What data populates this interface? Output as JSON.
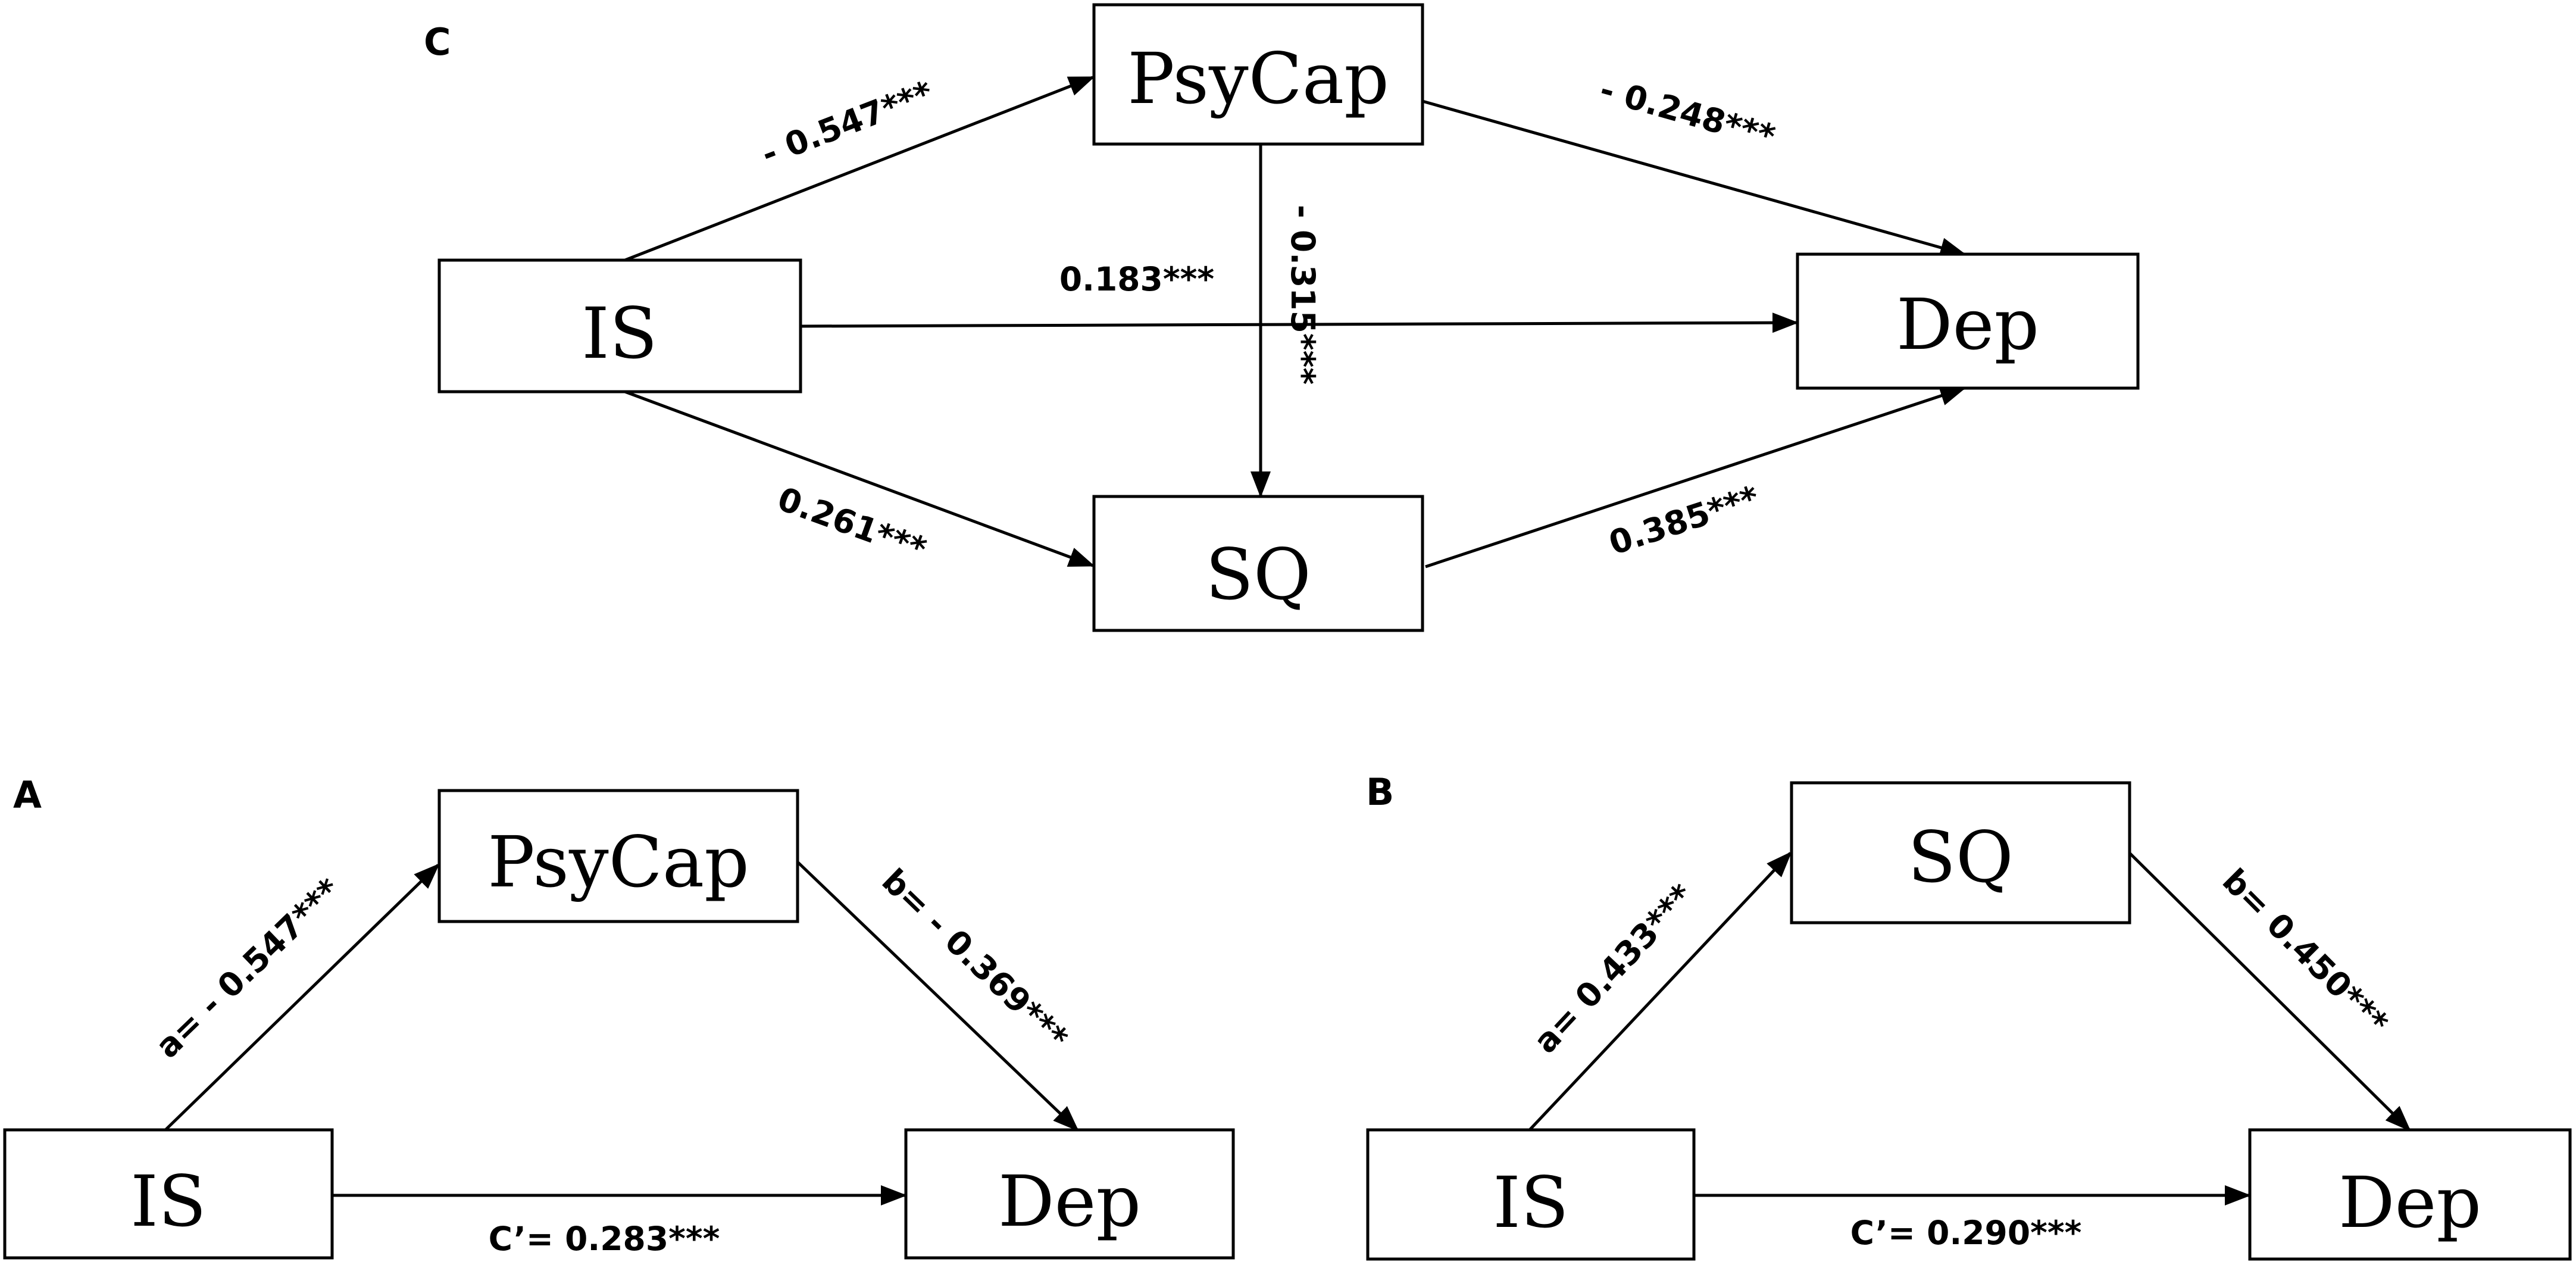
{
  "panels": {
    "A": {
      "label": "A",
      "nodes": {
        "is": "IS",
        "mediator": "PsyCap",
        "dep": "Dep"
      },
      "edges": {
        "a": "a= - 0.547***",
        "b": "b= - 0.369***",
        "c": "C’= 0.283***"
      }
    },
    "B": {
      "label": "B",
      "nodes": {
        "is": "IS",
        "mediator": "SQ",
        "dep": "Dep"
      },
      "edges": {
        "a": "a= 0.433***",
        "b": "b= 0.450***",
        "c": "C’= 0.290***"
      }
    },
    "C": {
      "label": "C",
      "nodes": {
        "is": "IS",
        "psycap": "PsyCap",
        "sq": "SQ",
        "dep": "Dep"
      },
      "edges": {
        "is_psycap": "- 0.547***",
        "psycap_dep": "- 0.248***",
        "is_dep": "0.183***",
        "psycap_sq": "- 0.315***",
        "is_sq": "0.261***",
        "sq_dep": "0.385***"
      }
    }
  }
}
